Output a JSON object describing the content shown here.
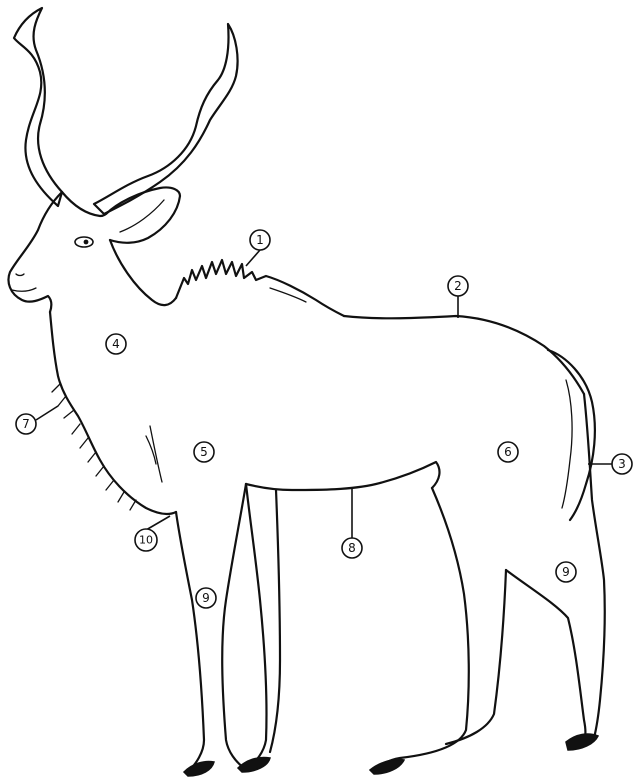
{
  "callouts": [
    {
      "id": "1",
      "label": "1"
    },
    {
      "id": "2",
      "label": "2"
    },
    {
      "id": "3",
      "label": "3"
    },
    {
      "id": "4",
      "label": "4"
    },
    {
      "id": "5",
      "label": "5"
    },
    {
      "id": "6",
      "label": "6"
    },
    {
      "id": "7",
      "label": "7"
    },
    {
      "id": "8",
      "label": "8"
    },
    {
      "id": "9a",
      "label": "9"
    },
    {
      "id": "9b",
      "label": "9"
    },
    {
      "id": "10",
      "label": "10"
    }
  ],
  "colors": {
    "line": "#111111",
    "background": "#ffffff"
  }
}
